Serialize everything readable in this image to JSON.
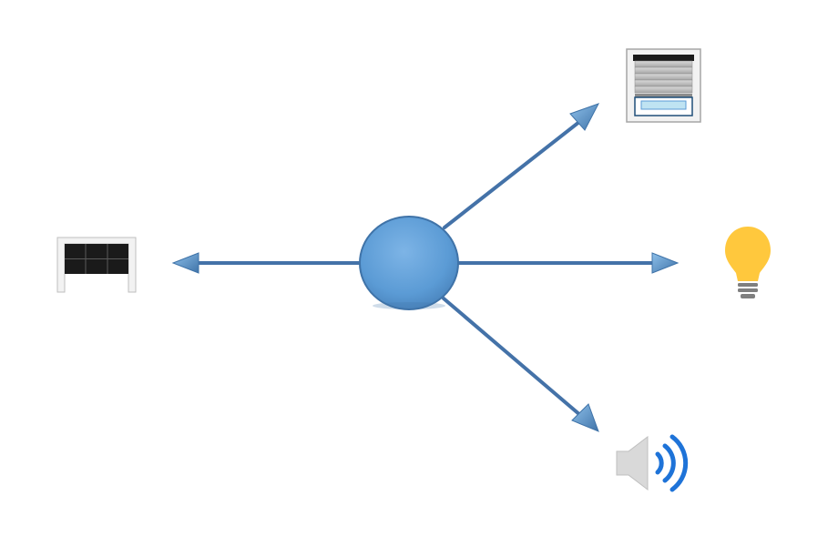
{
  "diagram": {
    "hub": {
      "icon": "hub-circle",
      "fill": "#5b9bd5",
      "stroke": "#3f73a8"
    },
    "connector_color": "#4472a8",
    "arrowhead_color": "#5b9bd5",
    "devices": [
      {
        "name": "window-blind",
        "icon": "window-blind-icon"
      },
      {
        "name": "light-bulb",
        "icon": "light-bulb-icon",
        "color": "#ffc83d"
      },
      {
        "name": "speaker",
        "icon": "speaker-icon",
        "color": "#1e73d8"
      },
      {
        "name": "garage-door",
        "icon": "garage-door-icon"
      }
    ]
  }
}
